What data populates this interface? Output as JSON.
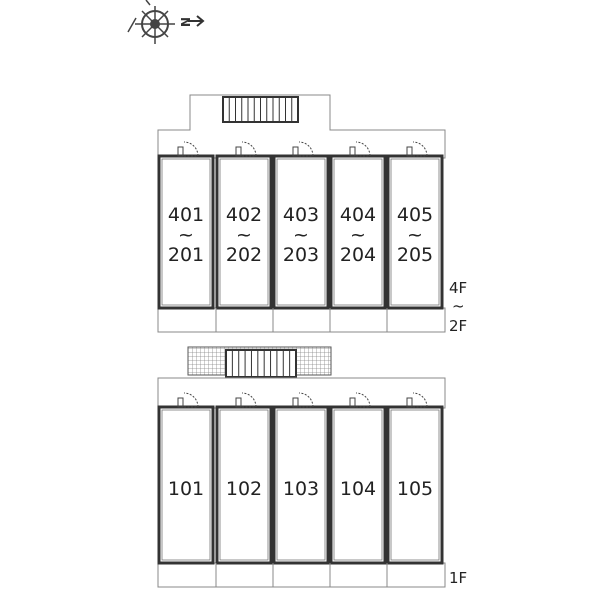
{
  "compass": {
    "north_label": "N",
    "icon": "compass-rose-icon"
  },
  "upper_block": {
    "floor_label_top": "4F",
    "floor_label_sep": "~",
    "floor_label_bottom": "2F",
    "units": [
      {
        "top": "401",
        "sep": "~",
        "bottom": "201"
      },
      {
        "top": "402",
        "sep": "~",
        "bottom": "202"
      },
      {
        "top": "403",
        "sep": "~",
        "bottom": "203"
      },
      {
        "top": "404",
        "sep": "~",
        "bottom": "204"
      },
      {
        "top": "405",
        "sep": "~",
        "bottom": "205"
      }
    ]
  },
  "lower_block": {
    "floor_label": "1F",
    "units": [
      "101",
      "102",
      "103",
      "104",
      "105"
    ]
  },
  "colors": {
    "wall": "#333333",
    "line": "#777777",
    "hatch": "#999999"
  }
}
